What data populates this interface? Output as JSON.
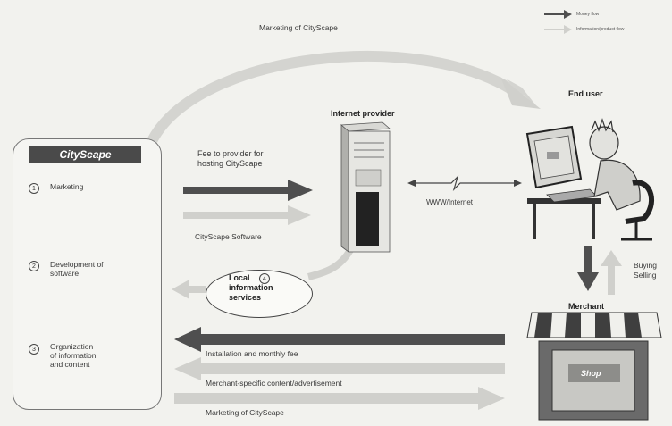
{
  "legend": {
    "money_flow": "Money flow",
    "information_flow": "Information/product flow"
  },
  "top_arc_label": "Marketing of CityScape",
  "end_user_label": "End user",
  "internet_provider_label": "Internet provider",
  "merchant_label": "Merchant",
  "shop_sign": "Shop",
  "citiscape": {
    "brand": "CityScape",
    "items": [
      {
        "num": "1",
        "text": "Marketing"
      },
      {
        "num": "2",
        "text": "Development of\nsoftware"
      },
      {
        "num": "3",
        "text": "Organization\nof information\nand content"
      }
    ]
  },
  "flows": {
    "fee_to_provider": "Fee to provider for\nhosting CityScape",
    "software": "CityScape Software",
    "www": "WWW/Internet",
    "local_info": "Local\ninformation\nservices",
    "local_info_num": "4",
    "buying_selling": "Buying\nSelling",
    "installation_fee": "Installation and monthly fee",
    "merchant_content": "Merchant-specific content/advertisement",
    "marketing_bottom": "Marketing of CityScape"
  },
  "colors": {
    "dark_arrow": "#4f4f4f",
    "light_arrow": "#cfcfcb",
    "background": "#f2f2ee"
  }
}
